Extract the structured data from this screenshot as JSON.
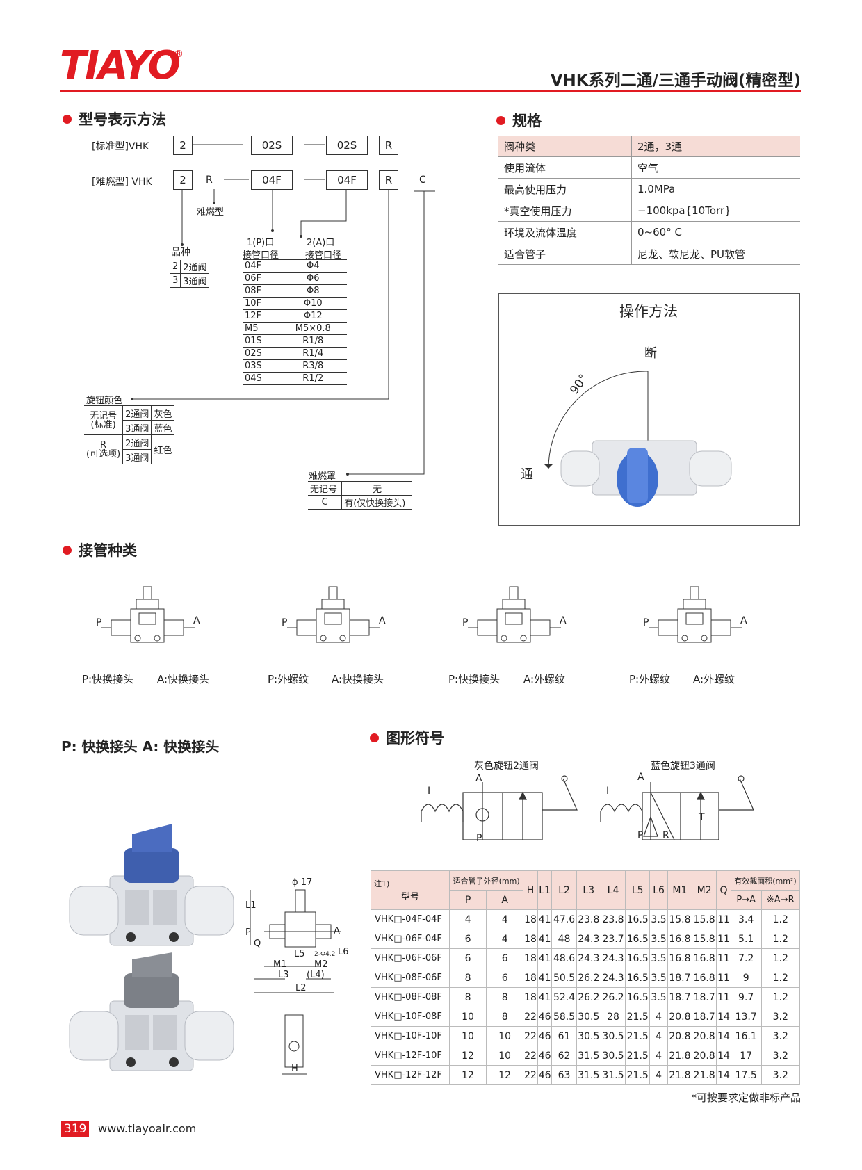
{
  "header": {
    "brand": "TIAYO",
    "reg": "®",
    "title": "VHK系列二通/三通手动阀(精密型)"
  },
  "model": {
    "heading": "型号表示方法",
    "std_label": "[标准型]VHK",
    "fr_label": "[难燃型] VHK",
    "std_codes": [
      "2",
      "02S",
      "02S",
      "R"
    ],
    "fr_codes": [
      "2",
      "R",
      "04F",
      "04F",
      "R",
      "C"
    ],
    "fr_note": "难燃型",
    "variety_title": "品种",
    "variety": [
      [
        "2",
        "2通阀"
      ],
      [
        "3",
        "3通阀"
      ]
    ],
    "port_h1a": "1(P)口",
    "port_h1b": "接管口径",
    "port_h2a": "2(A)口",
    "port_h2b": "接管口径",
    "ports": [
      [
        "04F",
        "Φ4"
      ],
      [
        "06F",
        "Φ6"
      ],
      [
        "08F",
        "Φ8"
      ],
      [
        "10F",
        "Φ10"
      ],
      [
        "12F",
        "Φ12"
      ],
      [
        "M5",
        "M5×0.8"
      ],
      [
        "01S",
        "R1/8"
      ],
      [
        "02S",
        "R1/4"
      ],
      [
        "03S",
        "R3/8"
      ],
      [
        "04S",
        "R1/2"
      ]
    ],
    "knob_title": "旋钮颜色",
    "knob_none": "无记号",
    "knob_std": "(标准)",
    "knob_r": "R",
    "knob_opt": "(可选项)",
    "knob_rows": [
      [
        "2通阀",
        "灰色"
      ],
      [
        "3通阀",
        "蓝色"
      ],
      [
        "2通阀",
        "红色"
      ],
      [
        "3通阀",
        ""
      ]
    ],
    "cover_title": "难燃罩",
    "cover_rows": [
      [
        "无记号",
        "无"
      ],
      [
        "C",
        "有(仅快换接头)"
      ]
    ]
  },
  "specs": {
    "heading": "规格",
    "rows": [
      [
        "阀种类",
        "2通，3通"
      ],
      [
        "使用流体",
        "空气"
      ],
      [
        "最高使用压力",
        "1.0MPa"
      ],
      [
        "*真空使用压力",
        "−100kpa{10Torr}"
      ],
      [
        "环境及流体温度",
        "0~60° C"
      ],
      [
        "适合管子",
        "尼龙、软尼龙、PU软管"
      ]
    ]
  },
  "operation": {
    "title": "操作方法",
    "off": "断",
    "on": "通",
    "angle": "90°"
  },
  "fittings": {
    "heading": "接管种类",
    "items": [
      {
        "p": "P:快换接头",
        "a": "A:快换接头"
      },
      {
        "p": "P:外螺纹",
        "a": "A:快换接头"
      },
      {
        "p": "P:快换接头",
        "a": "A:外螺纹"
      },
      {
        "p": "P:外螺纹",
        "a": "A:外螺纹"
      }
    ],
    "P": "P",
    "A": "A"
  },
  "subtitle": "P: 快换接头 A: 快换接头",
  "drawing": {
    "phi": "ϕ 17",
    "L1": "L1",
    "P": "P",
    "A": "A",
    "Q": "Q",
    "L5": "L5",
    "L6": "L6",
    "M1": "M1",
    "M2": "M2",
    "L3": "L3",
    "L4": "(L4)",
    "L2": "L2",
    "H": "H",
    "hole": "2-Φ4.2"
  },
  "symbols": {
    "heading": "图形符号",
    "two": "灰色旋钮2通阀",
    "three": "蓝色旋钮3通阀",
    "A": "A",
    "P": "P",
    "R": "R",
    "T": "T",
    "I": "I"
  },
  "table": {
    "note": "注1)",
    "model_h": "型号",
    "tube_h": "适合管子外径(mm)",
    "P": "P",
    "A": "A",
    "cols": [
      "H",
      "L1",
      "L2",
      "L3",
      "L4",
      "L5",
      "L6",
      "M1",
      "M2",
      "Q"
    ],
    "area_h": "有效截面积(mm²)",
    "pa": "P→A",
    "ar": "※A→R",
    "footnote": "*可按要求定做非标产品"
  },
  "footer": {
    "page": "319",
    "url": "www.tiayoair.com"
  },
  "chart_data": {
    "type": "table",
    "columns": [
      "型号",
      "P",
      "A",
      "H",
      "L1",
      "L2",
      "L3",
      "L4",
      "L5",
      "L6",
      "M1",
      "M2",
      "Q",
      "P→A",
      "※A→R"
    ],
    "rows": [
      [
        "VHK□-04F-04F",
        "4",
        "4",
        "18",
        "41",
        "47.6",
        "23.8",
        "23.8",
        "16.5",
        "3.5",
        "15.8",
        "15.8",
        "11",
        "3.4",
        "1.2"
      ],
      [
        "VHK□-06F-04F",
        "6",
        "4",
        "18",
        "41",
        "48",
        "24.3",
        "23.7",
        "16.5",
        "3.5",
        "16.8",
        "15.8",
        "11",
        "5.1",
        "1.2"
      ],
      [
        "VHK□-06F-06F",
        "6",
        "6",
        "18",
        "41",
        "48.6",
        "24.3",
        "24.3",
        "16.5",
        "3.5",
        "16.8",
        "16.8",
        "11",
        "7.2",
        "1.2"
      ],
      [
        "VHK□-08F-06F",
        "8",
        "6",
        "18",
        "41",
        "50.5",
        "26.2",
        "24.3",
        "16.5",
        "3.5",
        "18.7",
        "16.8",
        "11",
        "9",
        "1.2"
      ],
      [
        "VHK□-08F-08F",
        "8",
        "8",
        "18",
        "41",
        "52.4",
        "26.2",
        "26.2",
        "16.5",
        "3.5",
        "18.7",
        "18.7",
        "11",
        "9.7",
        "1.2"
      ],
      [
        "VHK□-10F-08F",
        "10",
        "8",
        "22",
        "46",
        "58.5",
        "30.5",
        "28",
        "21.5",
        "4",
        "20.8",
        "18.7",
        "14",
        "13.7",
        "3.2"
      ],
      [
        "VHK□-10F-10F",
        "10",
        "10",
        "22",
        "46",
        "61",
        "30.5",
        "30.5",
        "21.5",
        "4",
        "20.8",
        "20.8",
        "14",
        "16.1",
        "3.2"
      ],
      [
        "VHK□-12F-10F",
        "12",
        "10",
        "22",
        "46",
        "62",
        "31.5",
        "30.5",
        "21.5",
        "4",
        "21.8",
        "20.8",
        "14",
        "17",
        "3.2"
      ],
      [
        "VHK□-12F-12F",
        "12",
        "12",
        "22",
        "46",
        "63",
        "31.5",
        "31.5",
        "21.5",
        "4",
        "21.8",
        "21.8",
        "14",
        "17.5",
        "3.2"
      ]
    ]
  }
}
